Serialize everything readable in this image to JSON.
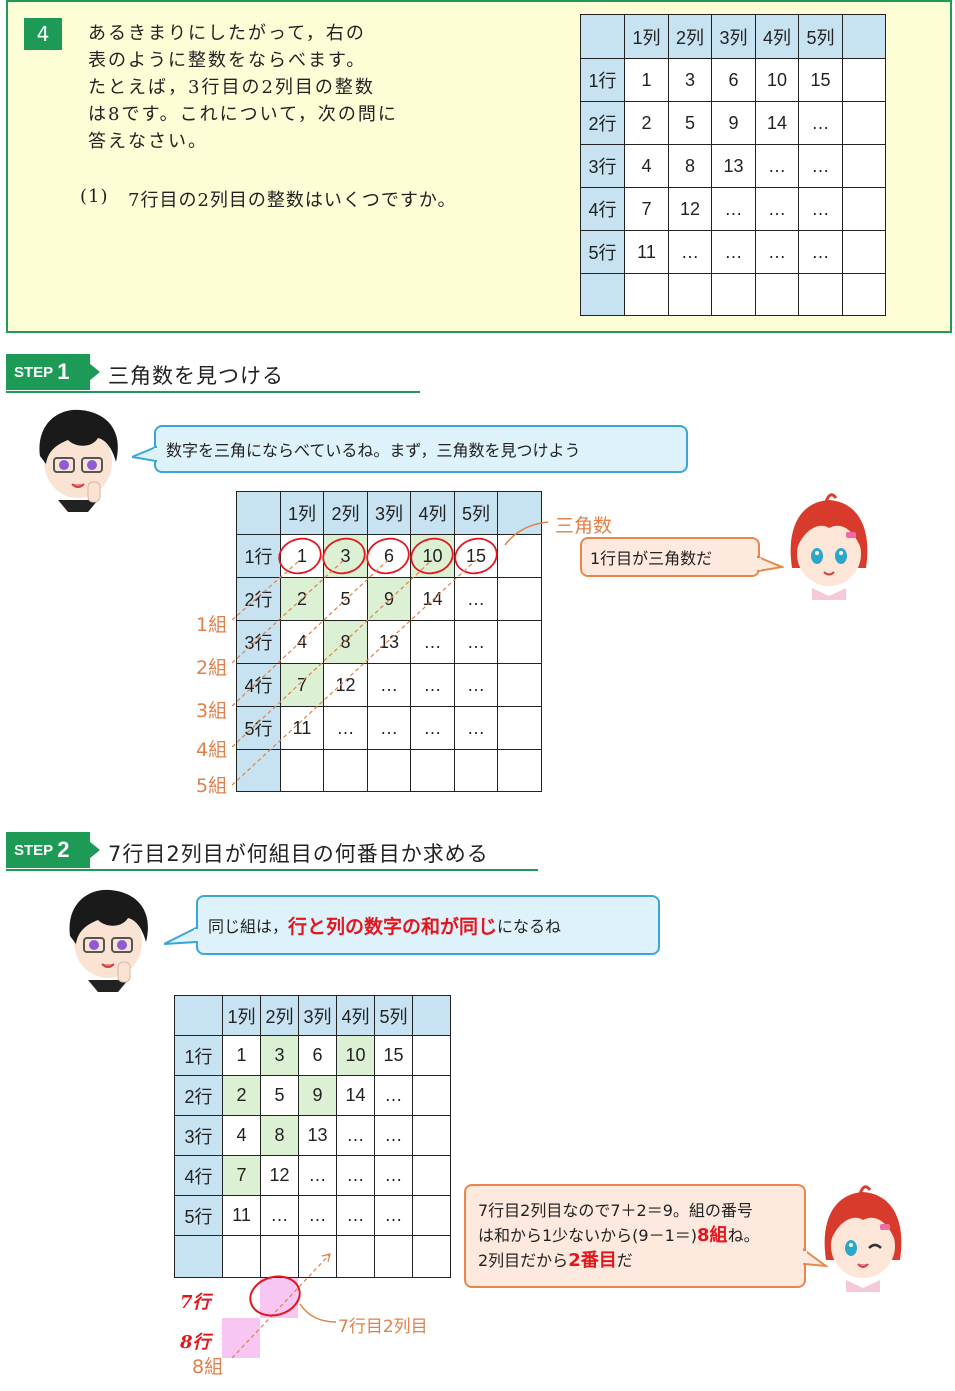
{
  "problem": {
    "number": "4",
    "lines": [
      "あるきまりにしたがって，右の",
      "表のように整数をならべます。",
      "たとえば，3行目の2列目の整数",
      "は8です。これについて，次の問に",
      "答えなさい。"
    ],
    "sub_number": "(1)",
    "sub_text": "7行目の2列目の整数はいくつですか。"
  },
  "grid": {
    "col_headers": [
      "1列",
      "2列",
      "3列",
      "4列",
      "5列"
    ],
    "row_headers": [
      "1行",
      "2行",
      "3行",
      "4行",
      "5行"
    ],
    "cells": [
      [
        "1",
        "3",
        "6",
        "10",
        "15"
      ],
      [
        "2",
        "5",
        "9",
        "14",
        "…"
      ],
      [
        "4",
        "8",
        "13",
        "…",
        "…"
      ],
      [
        "7",
        "12",
        "…",
        "…",
        "…"
      ],
      [
        "11",
        "…",
        "…",
        "…",
        "…"
      ]
    ]
  },
  "step1": {
    "badge_word": "STEP",
    "badge_num": "1",
    "title": "三角数を見つける",
    "boy_bubble": "数字を三角にならべているね。まず，三角数を見つけよう",
    "girl_bubble": "1行目が三角数だ",
    "triangle_label": "三角数",
    "group_labels": [
      "1組",
      "2組",
      "3組",
      "4組",
      "5組"
    ]
  },
  "step2": {
    "badge_word": "STEP",
    "badge_num": "2",
    "title": "7行目2列目が何組目の何番目か求める",
    "boy_bubble_pre": "同じ組は，",
    "boy_bubble_em": "行と列の数字の和が同じ",
    "boy_bubble_post": "になるね",
    "girl_line1": "7行目2列目なので7＋2＝9。組の番号",
    "girl_line2_pre": "は和から1少ないから(9－1＝)",
    "girl_line2_em": "8組",
    "girl_line2_post": "ね。",
    "girl_line3_pre": "2列目だから",
    "girl_line3_em": "2番目",
    "girl_line3_post": "だ",
    "row7_label": "7行",
    "row8_label": "8行",
    "group8_label": "8組",
    "target_label": "7行目2列目"
  },
  "colors": {
    "green": "#1d9a56",
    "header_blue": "#c7e3f2",
    "highlight_green": "#dcf0d4",
    "accent_orange": "#e0804a",
    "emphasis_red": "#e3161d",
    "pink": "#f7c6f3"
  }
}
